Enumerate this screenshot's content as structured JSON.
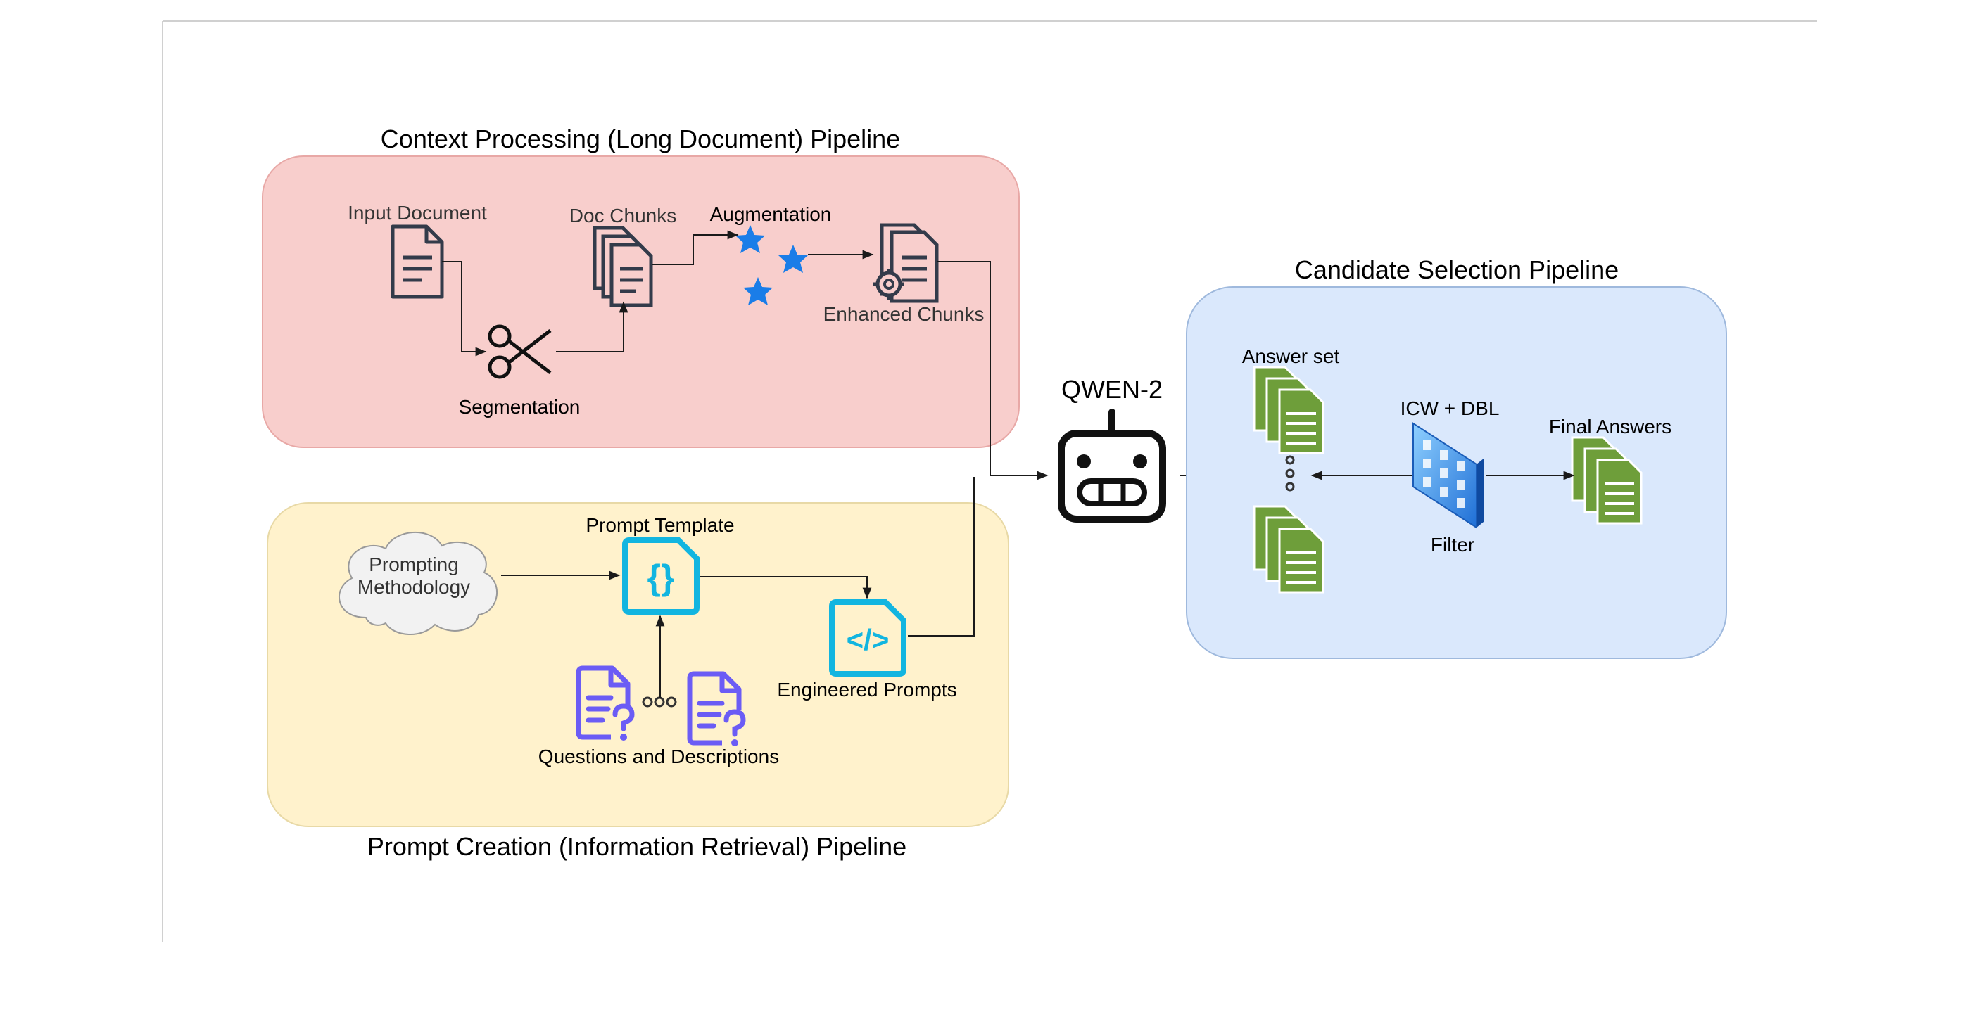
{
  "context_pipeline": {
    "title": "Context Processing (Long Document) Pipeline",
    "input_document": "Input Document",
    "doc_chunks": "Doc Chunks",
    "augmentation": "Augmentation",
    "enhanced_chunks": "Enhanced Chunks",
    "segmentation": "Segmentation"
  },
  "prompt_pipeline": {
    "title": "Prompt Creation (Information Retrieval) Pipeline",
    "prompting_methodology_line1": "Prompting",
    "prompting_methodology_line2": "Methodology",
    "prompt_template": "Prompt Template",
    "engineered_prompts": "Engineered Prompts",
    "questions_descriptions": "Questions and Descriptions"
  },
  "model": {
    "label": "QWEN-2"
  },
  "candidate_pipeline": {
    "title": "Candidate Selection Pipeline",
    "answer_set": "Answer set",
    "filter_method": "ICW + DBL",
    "filter": "Filter",
    "final_answers": "Final Answers"
  },
  "colors": {
    "context_fill": "#f8cecc",
    "context_stroke": "#e8a8a6",
    "prompt_fill": "#fff2cc",
    "prompt_stroke": "#e8d9a6",
    "candidate_fill": "#dae8fc",
    "candidate_stroke": "#9fb9dd",
    "star": "#1a7de8",
    "cyan_icon": "#12b5e0",
    "purple_icon": "#6b5cf5",
    "green_doc": "#6e9e3a",
    "filter_blue": "#3b8ee8"
  }
}
